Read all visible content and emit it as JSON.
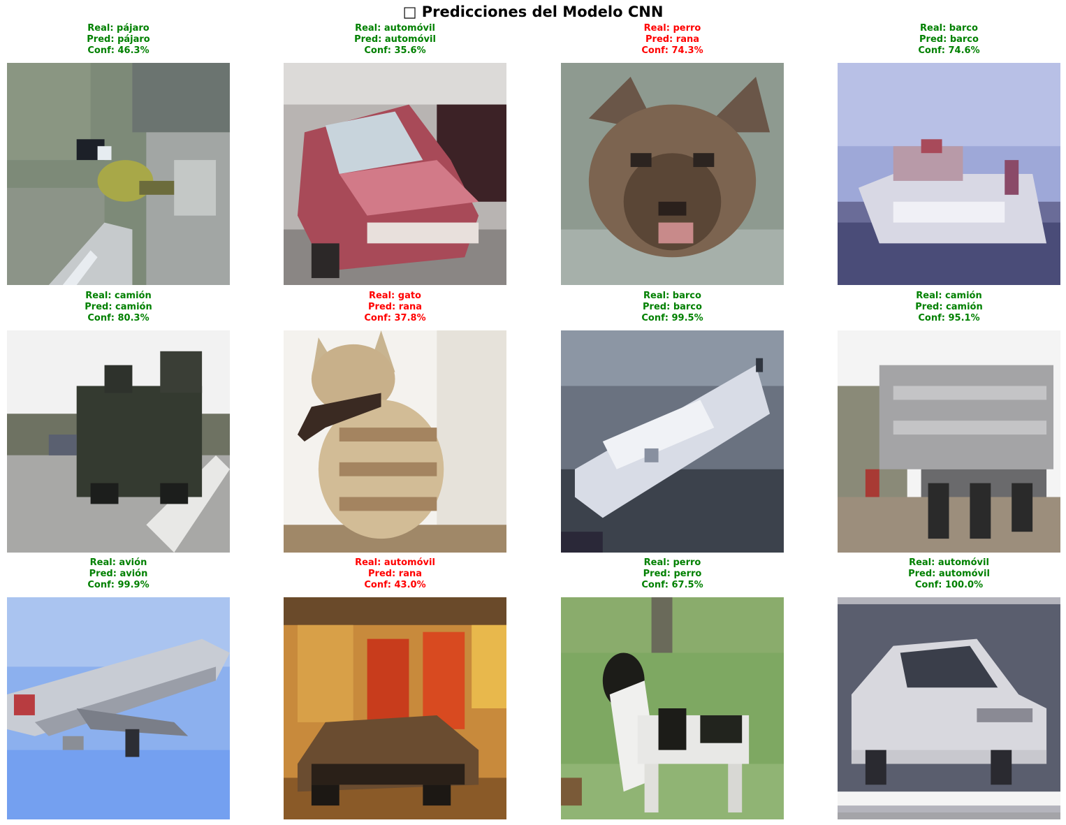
{
  "title": "□ Predicciones del Modelo CNN",
  "colors": {
    "correct": "#008000",
    "incorrect": "#ff0000"
  },
  "predictions": [
    {
      "real": "Real: pájaro",
      "pred": "Pred: pájaro",
      "conf": "Conf: 46.3%",
      "correct": true,
      "image": "bird-photo"
    },
    {
      "real": "Real: automóvil",
      "pred": "Pred: automóvil",
      "conf": "Conf: 35.6%",
      "correct": true,
      "image": "red-car-photo"
    },
    {
      "real": "Real: perro",
      "pred": "Pred: rana",
      "conf": "Conf: 74.3%",
      "correct": false,
      "image": "dog-face-photo"
    },
    {
      "real": "Real: barco",
      "pred": "Pred: barco",
      "conf": "Conf: 74.6%",
      "correct": true,
      "image": "boat-photo"
    },
    {
      "real": "Real: camión",
      "pred": "Pred: camión",
      "conf": "Conf: 80.3%",
      "correct": true,
      "image": "dark-truck-photo"
    },
    {
      "real": "Real: gato",
      "pred": "Pred: rana",
      "conf": "Conf: 37.8%",
      "correct": false,
      "image": "cat-photo"
    },
    {
      "real": "Real: barco",
      "pred": "Pred: barco",
      "conf": "Conf: 99.5%",
      "correct": true,
      "image": "white-ship-photo"
    },
    {
      "real": "Real: camión",
      "pred": "Pred: camión",
      "conf": "Conf: 95.1%",
      "correct": true,
      "image": "grey-truck-photo"
    },
    {
      "real": "Real: avión",
      "pred": "Pred: avión",
      "conf": "Conf: 99.9%",
      "correct": true,
      "image": "airplane-photo"
    },
    {
      "real": "Real: automóvil",
      "pred": "Pred: rana",
      "conf": "Conf: 43.0%",
      "correct": false,
      "image": "brown-car-photo"
    },
    {
      "real": "Real: perro",
      "pred": "Pred: perro",
      "conf": "Conf: 67.5%",
      "correct": true,
      "image": "spotted-dog-photo"
    },
    {
      "real": "Real: automóvil",
      "pred": "Pred: automóvil",
      "conf": "Conf: 100.0%",
      "correct": true,
      "image": "white-car-photo"
    }
  ]
}
